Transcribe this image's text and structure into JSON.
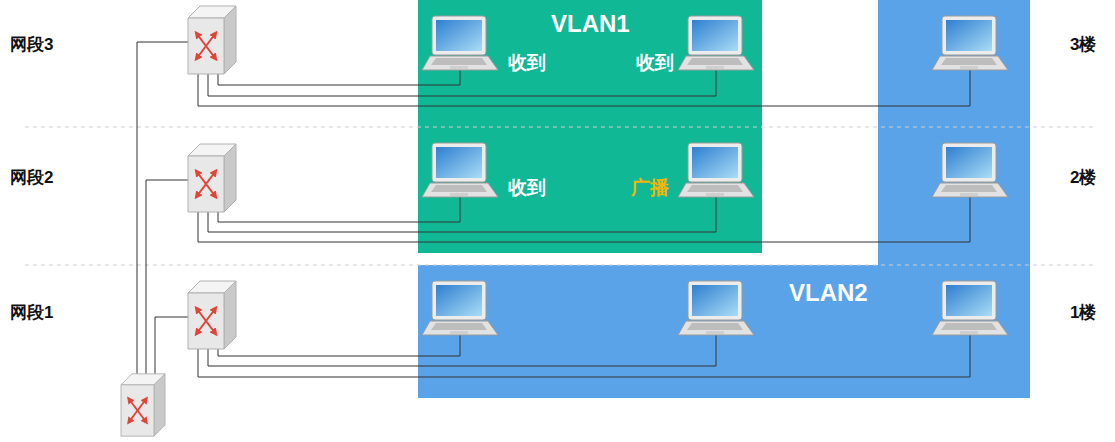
{
  "diagram": {
    "nodes": [
      {
        "text": [
          "VLAN1"
        ]
      },
      {
        "text": [
          "VLAN2"
        ]
      }
    ],
    "labels": [
      "网段3",
      "收到",
      "收到",
      "3楼",
      "网段2",
      "收到",
      "广播",
      "2楼",
      "网段1",
      "1楼"
    ]
  }
}
